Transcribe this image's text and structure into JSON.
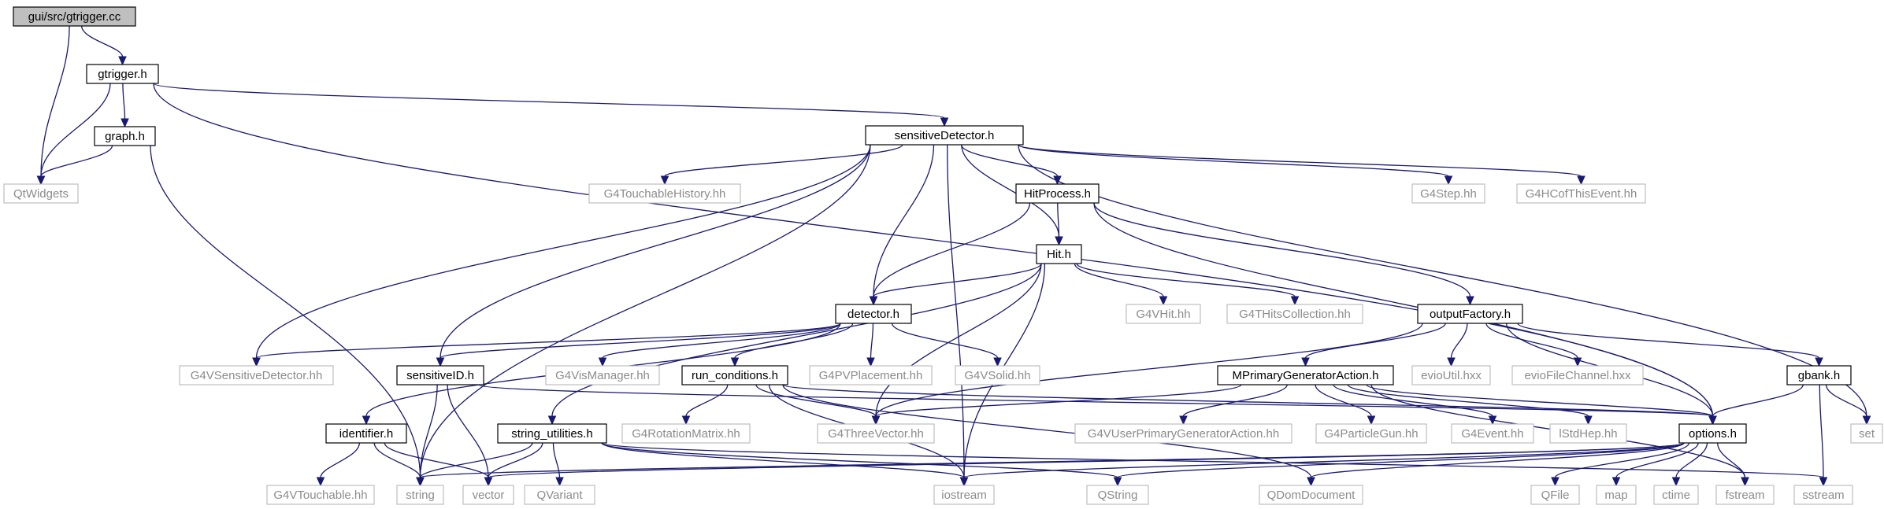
{
  "graph": {
    "nodes": [
      {
        "id": "gtrigger_cc",
        "label": "gui/src/gtrigger.cc",
        "style": "root"
      },
      {
        "id": "gtrigger_h",
        "label": "gtrigger.h",
        "style": "doc"
      },
      {
        "id": "graph_h",
        "label": "graph.h",
        "style": "doc"
      },
      {
        "id": "QtWidgets",
        "label": "QtWidgets",
        "style": "ext"
      },
      {
        "id": "sensitiveDetector_h",
        "label": "sensitiveDetector.h",
        "style": "doc"
      },
      {
        "id": "G4TouchableHistory_hh",
        "label": "G4TouchableHistory.hh",
        "style": "ext"
      },
      {
        "id": "HitProcess_h",
        "label": "HitProcess.h",
        "style": "doc"
      },
      {
        "id": "G4Step_hh",
        "label": "G4Step.hh",
        "style": "ext"
      },
      {
        "id": "G4HCofThisEvent_hh",
        "label": "G4HCofThisEvent.hh",
        "style": "ext"
      },
      {
        "id": "Hit_h",
        "label": "Hit.h",
        "style": "doc"
      },
      {
        "id": "detector_h",
        "label": "detector.h",
        "style": "doc"
      },
      {
        "id": "G4VHit_hh",
        "label": "G4VHit.hh",
        "style": "ext"
      },
      {
        "id": "G4THitsCollection_hh",
        "label": "G4THitsCollection.hh",
        "style": "ext"
      },
      {
        "id": "outputFactory_h",
        "label": "outputFactory.h",
        "style": "doc"
      },
      {
        "id": "G4VSensitiveDetector_hh",
        "label": "G4VSensitiveDetector.hh",
        "style": "ext"
      },
      {
        "id": "sensitiveID_h",
        "label": "sensitiveID.h",
        "style": "doc"
      },
      {
        "id": "G4VisManager_hh",
        "label": "G4VisManager.hh",
        "style": "ext"
      },
      {
        "id": "run_conditions_h",
        "label": "run_conditions.h",
        "style": "doc"
      },
      {
        "id": "G4PVPlacement_hh",
        "label": "G4PVPlacement.hh",
        "style": "ext"
      },
      {
        "id": "G4VSolid_hh",
        "label": "G4VSolid.hh",
        "style": "ext"
      },
      {
        "id": "evioUtil_hxx",
        "label": "evioUtil.hxx",
        "style": "ext"
      },
      {
        "id": "evioFileChannel_hxx",
        "label": "evioFileChannel.hxx",
        "style": "ext"
      },
      {
        "id": "gbank_h",
        "label": "gbank.h",
        "style": "doc"
      },
      {
        "id": "MPrimaryGeneratorAction_h",
        "label": "MPrimaryGeneratorAction.h",
        "style": "doc"
      },
      {
        "id": "identifier_h",
        "label": "identifier.h",
        "style": "doc"
      },
      {
        "id": "string_utilities_h",
        "label": "string_utilities.h",
        "style": "doc"
      },
      {
        "id": "G4RotationMatrix_hh",
        "label": "G4RotationMatrix.hh",
        "style": "ext"
      },
      {
        "id": "G4ThreeVector_hh",
        "label": "G4ThreeVector.hh",
        "style": "ext"
      },
      {
        "id": "G4VUserPrimaryGeneratorAction_hh",
        "label": "G4VUserPrimaryGeneratorAction.hh",
        "style": "ext"
      },
      {
        "id": "G4ParticleGun_hh",
        "label": "G4ParticleGun.hh",
        "style": "ext"
      },
      {
        "id": "G4Event_hh",
        "label": "G4Event.hh",
        "style": "ext"
      },
      {
        "id": "lStdHep_hh",
        "label": "lStdHep.hh",
        "style": "ext"
      },
      {
        "id": "options_h",
        "label": "options.h",
        "style": "doc"
      },
      {
        "id": "set",
        "label": "set",
        "style": "ext"
      },
      {
        "id": "G4VTouchable_hh",
        "label": "G4VTouchable.hh",
        "style": "ext"
      },
      {
        "id": "string",
        "label": "string",
        "style": "ext"
      },
      {
        "id": "vector",
        "label": "vector",
        "style": "ext"
      },
      {
        "id": "QVariant",
        "label": "QVariant",
        "style": "ext"
      },
      {
        "id": "iostream",
        "label": "iostream",
        "style": "ext"
      },
      {
        "id": "QString",
        "label": "QString",
        "style": "ext"
      },
      {
        "id": "QDomDocument",
        "label": "QDomDocument",
        "style": "ext"
      },
      {
        "id": "QFile",
        "label": "QFile",
        "style": "ext"
      },
      {
        "id": "map",
        "label": "map",
        "style": "ext"
      },
      {
        "id": "ctime",
        "label": "ctime",
        "style": "ext"
      },
      {
        "id": "fstream",
        "label": "fstream",
        "style": "ext"
      },
      {
        "id": "sstream",
        "label": "sstream",
        "style": "ext"
      }
    ],
    "edges": [
      [
        "gtrigger_cc",
        "gtrigger_h"
      ],
      [
        "gtrigger_cc",
        "QtWidgets"
      ],
      [
        "gtrigger_h",
        "graph_h"
      ],
      [
        "gtrigger_h",
        "QtWidgets"
      ],
      [
        "gtrigger_h",
        "sensitiveDetector_h"
      ],
      [
        "gtrigger_h",
        "options_h"
      ],
      [
        "graph_h",
        "QtWidgets"
      ],
      [
        "graph_h",
        "string"
      ],
      [
        "sensitiveDetector_h",
        "G4TouchableHistory_hh"
      ],
      [
        "sensitiveDetector_h",
        "HitProcess_h"
      ],
      [
        "sensitiveDetector_h",
        "G4Step_hh"
      ],
      [
        "sensitiveDetector_h",
        "G4HCofThisEvent_hh"
      ],
      [
        "sensitiveDetector_h",
        "Hit_h"
      ],
      [
        "sensitiveDetector_h",
        "detector_h"
      ],
      [
        "sensitiveDetector_h",
        "G4VSensitiveDetector_hh"
      ],
      [
        "sensitiveDetector_h",
        "sensitiveID_h"
      ],
      [
        "sensitiveDetector_h",
        "string"
      ],
      [
        "sensitiveDetector_h",
        "set"
      ],
      [
        "sensitiveDetector_h",
        "iostream"
      ],
      [
        "HitProcess_h",
        "Hit_h"
      ],
      [
        "HitProcess_h",
        "detector_h"
      ],
      [
        "HitProcess_h",
        "outputFactory_h"
      ],
      [
        "HitProcess_h",
        "options_h"
      ],
      [
        "Hit_h",
        "detector_h"
      ],
      [
        "Hit_h",
        "G4VHit_hh"
      ],
      [
        "Hit_h",
        "G4THitsCollection_hh"
      ],
      [
        "Hit_h",
        "G4ThreeVector_hh"
      ],
      [
        "Hit_h",
        "iostream"
      ],
      [
        "Hit_h",
        "string_utilities_h"
      ],
      [
        "detector_h",
        "G4VSensitiveDetector_hh"
      ],
      [
        "detector_h",
        "sensitiveID_h"
      ],
      [
        "detector_h",
        "G4VisManager_hh"
      ],
      [
        "detector_h",
        "run_conditions_h"
      ],
      [
        "detector_h",
        "G4PVPlacement_hh"
      ],
      [
        "detector_h",
        "G4VSolid_hh"
      ],
      [
        "detector_h",
        "identifier_h"
      ],
      [
        "outputFactory_h",
        "evioUtil_hxx"
      ],
      [
        "outputFactory_h",
        "evioFileChannel_hxx"
      ],
      [
        "outputFactory_h",
        "gbank_h"
      ],
      [
        "outputFactory_h",
        "MPrimaryGeneratorAction_h"
      ],
      [
        "outputFactory_h",
        "options_h"
      ],
      [
        "outputFactory_h",
        "G4ThreeVector_hh"
      ],
      [
        "sensitiveID_h",
        "string"
      ],
      [
        "sensitiveID_h",
        "vector"
      ],
      [
        "sensitiveID_h",
        "options_h"
      ],
      [
        "run_conditions_h",
        "G4RotationMatrix_hh"
      ],
      [
        "run_conditions_h",
        "G4ThreeVector_hh"
      ],
      [
        "run_conditions_h",
        "iostream"
      ],
      [
        "run_conditions_h",
        "QDomDocument"
      ],
      [
        "run_conditions_h",
        "options_h"
      ],
      [
        "gbank_h",
        "options_h"
      ],
      [
        "gbank_h",
        "set"
      ],
      [
        "gbank_h",
        "sstream"
      ],
      [
        "MPrimaryGeneratorAction_h",
        "G4VUserPrimaryGeneratorAction_hh"
      ],
      [
        "MPrimaryGeneratorAction_h",
        "G4ParticleGun_hh"
      ],
      [
        "MPrimaryGeneratorAction_h",
        "G4Event_hh"
      ],
      [
        "MPrimaryGeneratorAction_h",
        "lStdHep_hh"
      ],
      [
        "MPrimaryGeneratorAction_h",
        "options_h"
      ],
      [
        "MPrimaryGeneratorAction_h",
        "G4ThreeVector_hh"
      ],
      [
        "MPrimaryGeneratorAction_h",
        "fstream"
      ],
      [
        "identifier_h",
        "G4VTouchable_hh"
      ],
      [
        "identifier_h",
        "string"
      ],
      [
        "identifier_h",
        "vector"
      ],
      [
        "string_utilities_h",
        "string"
      ],
      [
        "string_utilities_h",
        "vector"
      ],
      [
        "string_utilities_h",
        "QVariant"
      ],
      [
        "string_utilities_h",
        "iostream"
      ],
      [
        "string_utilities_h",
        "QString"
      ],
      [
        "string_utilities_h",
        "sstream"
      ],
      [
        "options_h",
        "string"
      ],
      [
        "options_h",
        "vector"
      ],
      [
        "options_h",
        "iostream"
      ],
      [
        "options_h",
        "QString"
      ],
      [
        "options_h",
        "QDomDocument"
      ],
      [
        "options_h",
        "QFile"
      ],
      [
        "options_h",
        "map"
      ],
      [
        "options_h",
        "ctime"
      ],
      [
        "options_h",
        "fstream"
      ]
    ],
    "colors": {
      "edge": "#191970",
      "doc_border": "#000000",
      "ext_border": "#bfbfbf",
      "ext_text": "#8c8c8c",
      "doc_text": "#000000",
      "root_fill": "#bfbfbf"
    }
  }
}
